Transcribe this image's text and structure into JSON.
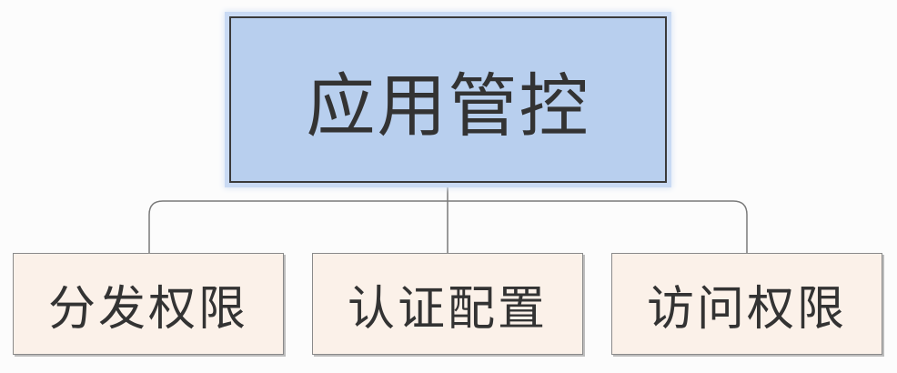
{
  "diagram": {
    "root": {
      "label": "应用管控",
      "fill": "#b8cfee",
      "border": "#3a3a3a"
    },
    "children": [
      {
        "label": "分发权限"
      },
      {
        "label": "认证配置"
      },
      {
        "label": "访问权限"
      }
    ],
    "child_fill": "#fbf1e9",
    "connector_color": "#7a7a7a"
  }
}
